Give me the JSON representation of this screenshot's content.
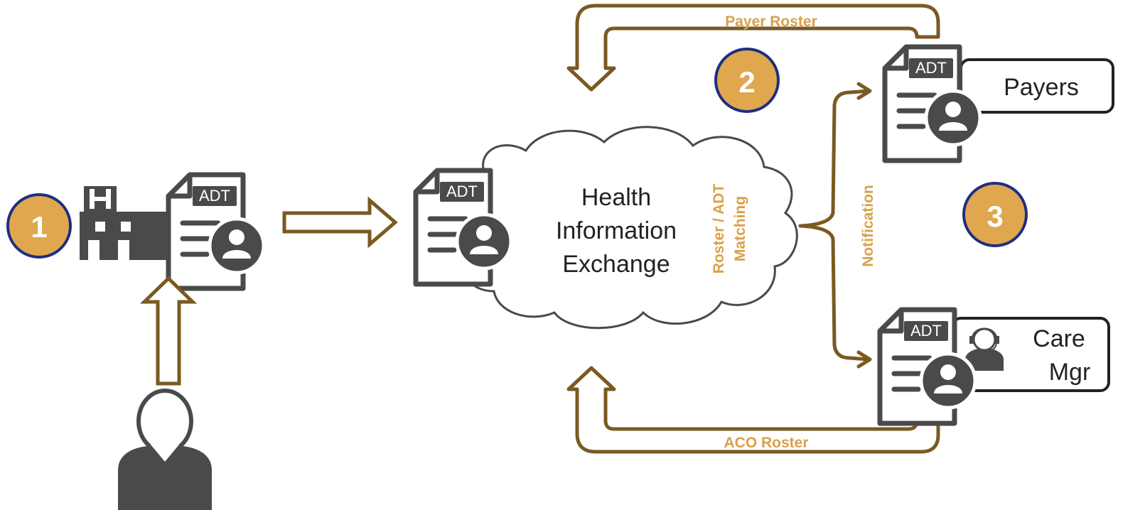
{
  "colors": {
    "icon_gray": "#4a4a4a",
    "arrow_brown": "#7a5a21",
    "label_gold": "#d9a04c",
    "circle_fill": "#e0a74f",
    "circle_border": "#1f2f7f"
  },
  "steps": [
    {
      "number": "1"
    },
    {
      "number": "2"
    },
    {
      "number": "3"
    }
  ],
  "hospital": {
    "doc_label": "ADT",
    "icon": "hospital-icon"
  },
  "patient": {
    "icon": "person-icon"
  },
  "hie": {
    "doc_label": "ADT",
    "title_line1": "Health",
    "title_line2": "Information",
    "title_line3": "Exchange",
    "matching_line1": "Roster / ADT",
    "matching_line2": "Matching"
  },
  "flows": {
    "payer_roster": "Payer Roster",
    "aco_roster": "ACO Roster",
    "notification": "Notification"
  },
  "payers": {
    "doc_label": "ADT",
    "label": "Payers"
  },
  "care_mgr": {
    "doc_label": "ADT",
    "label_line1": "Care",
    "label_line2": "Mgr",
    "icon": "headset-agent-icon"
  }
}
